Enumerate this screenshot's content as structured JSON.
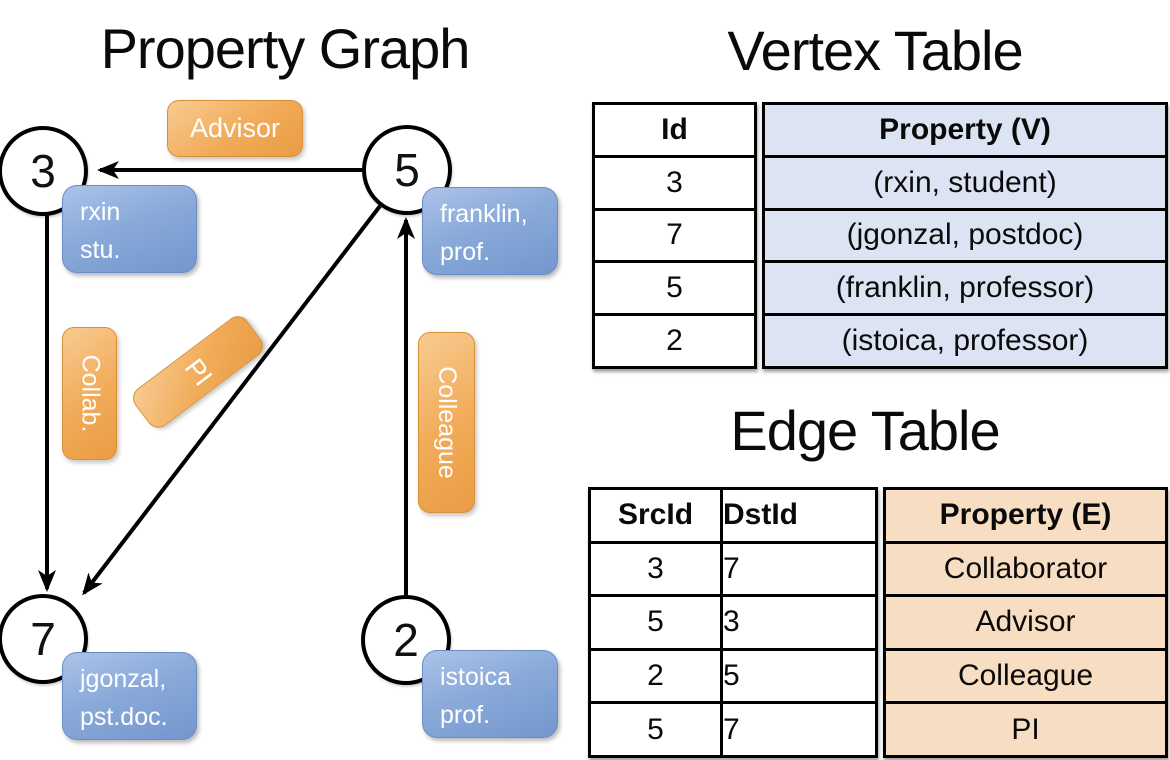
{
  "graph": {
    "title": "Property Graph",
    "nodes": [
      {
        "id": "3",
        "label": [
          "rxin",
          "stu."
        ]
      },
      {
        "id": "5",
        "label": [
          "franklin,",
          "prof."
        ]
      },
      {
        "id": "7",
        "label": [
          "jgonzal,",
          "pst.doc."
        ]
      },
      {
        "id": "2",
        "label": [
          "istoica",
          "prof."
        ]
      }
    ],
    "edge_labels": {
      "advisor": "Advisor",
      "collab": "Collab.",
      "pi": "PI",
      "colleague": "Colleague"
    }
  },
  "vertex_table": {
    "title": "Vertex Table",
    "columns": {
      "id": "Id",
      "property": "Property (V)"
    },
    "rows": [
      {
        "id": "3",
        "property": "(rxin, student)"
      },
      {
        "id": "7",
        "property": "(jgonzal, postdoc)"
      },
      {
        "id": "5",
        "property": "(franklin, professor)"
      },
      {
        "id": "2",
        "property": "(istoica, professor)"
      }
    ]
  },
  "edge_table": {
    "title": "Edge Table",
    "columns": {
      "src": "SrcId",
      "dst": "DstId",
      "property": "Property (E)"
    },
    "rows": [
      {
        "src": "3",
        "dst": "7",
        "property": "Collaborator"
      },
      {
        "src": "5",
        "dst": "3",
        "property": "Advisor"
      },
      {
        "src": "2",
        "dst": "5",
        "property": "Colleague"
      },
      {
        "src": "5",
        "dst": "7",
        "property": "PI"
      }
    ]
  },
  "colors": {
    "edge_label_orange": "#f0a64e",
    "vertex_label_blue": "#84a7d9",
    "vertex_table_blue": "#dce4f4",
    "edge_table_tan": "#f7ddc2",
    "line_black": "#000000"
  }
}
